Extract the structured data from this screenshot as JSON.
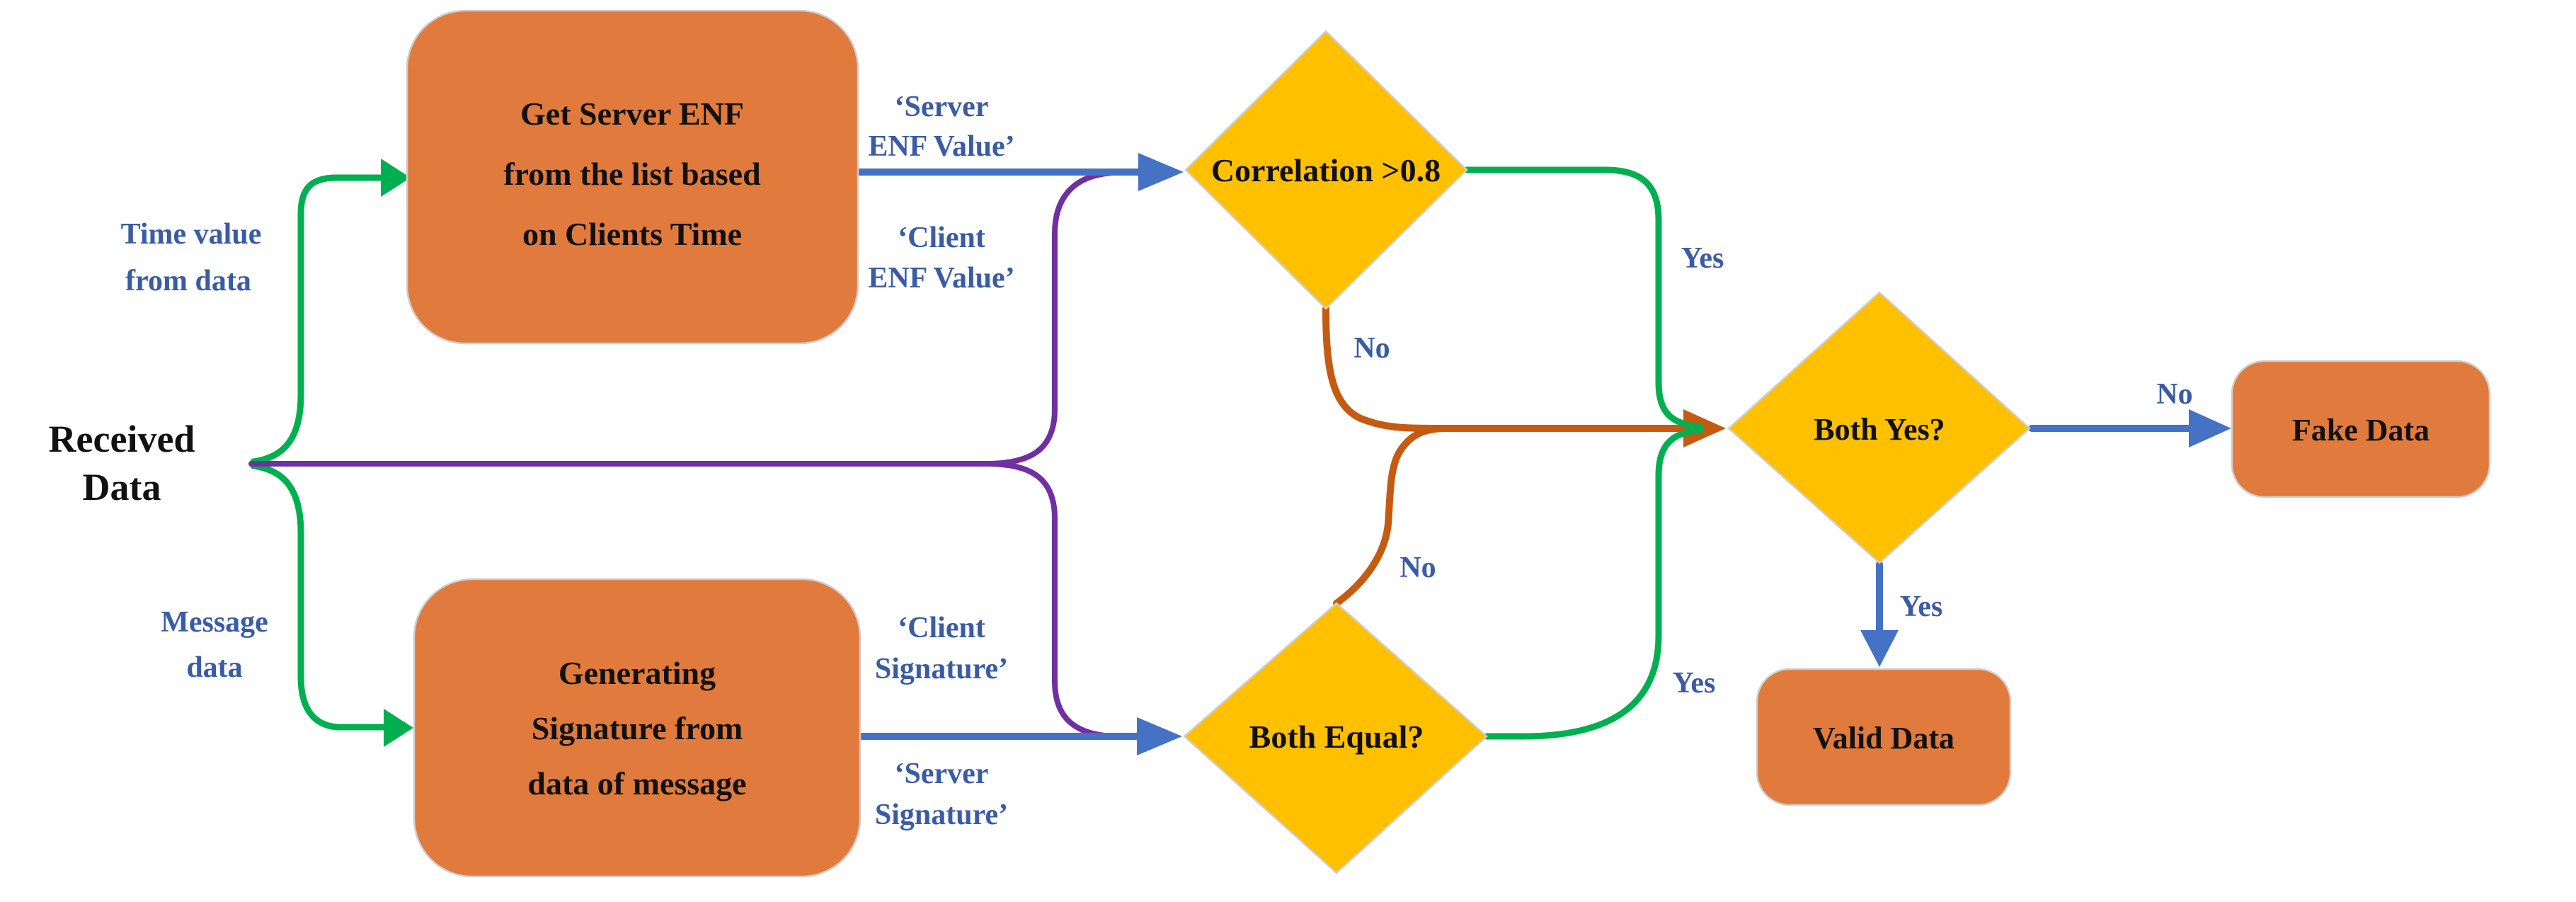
{
  "diagram": {
    "title": "Data validation flowchart",
    "colors": {
      "c-box-orange": "#E17B3D",
      "c-gold": "#FFC000",
      "c-green": "#00B050",
      "c-purple": "#7030A0",
      "c-blue": "#4472C4",
      "c-dkorange": "#C55A11",
      "c-label": "#3A5CA5",
      "c-black": "#111111",
      "c-shape-edge": "#CFCDCD"
    },
    "nodes": {
      "received": {
        "line1": "Received",
        "line2": "Data"
      },
      "get_enf_box": {
        "line1": "Get Server ENF",
        "line2": "from the list based",
        "line3": "on Clients Time"
      },
      "gen_sig_box": {
        "line1": "Generating",
        "line2": "Signature from",
        "line3": "data of message"
      },
      "correlation_diamond": {
        "label": "Correlation >0.8"
      },
      "both_equal_diamond": {
        "label": "Both Equal?"
      },
      "both_yes_diamond": {
        "label": "Both Yes?"
      },
      "fake_data_box": {
        "label": "Fake Data"
      },
      "valid_data_box": {
        "label": "Valid Data"
      }
    },
    "edge_labels": {
      "time_value": {
        "line1": "Time value",
        "line2": "from data"
      },
      "message_data": {
        "line1": "Message",
        "line2": "data"
      },
      "server_enf": {
        "line1": "‘Server",
        "line2": "ENF Value’"
      },
      "client_enf": {
        "line1": "‘Client",
        "line2": "ENF Value’"
      },
      "client_sig": {
        "line1": "‘Client",
        "line2": "Signature’"
      },
      "server_sig": {
        "line1": "‘Server",
        "line2": "Signature’"
      },
      "corr_no": "No",
      "corr_yes": "Yes",
      "equal_no": "No",
      "equal_yes": "Yes",
      "bothyes_no": "No",
      "bothyes_yes": "Yes"
    }
  }
}
